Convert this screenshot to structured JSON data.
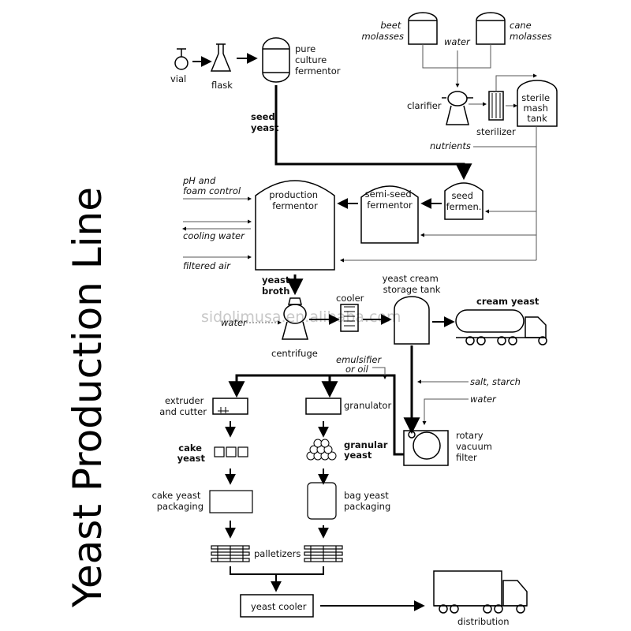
{
  "title": "Yeast Production Line",
  "watermark": "sidolimusa.en.alibaba.com",
  "labels": {
    "vial": "vial",
    "flask": "flask",
    "pure_culture_fermentor": [
      "pure",
      "culture",
      "fermentor"
    ],
    "beet_molasses": [
      "beet",
      "molasses"
    ],
    "cane_molasses": [
      "cane",
      "molasses"
    ],
    "water_top": "water",
    "clarifier": "clarifier",
    "sterilizer": "sterilizer",
    "sterile_mash_tank": [
      "sterile",
      "mash",
      "tank"
    ],
    "nutrients": "nutrients",
    "seed_yeast": [
      "seed",
      "yeast"
    ],
    "ph_foam": [
      "pH and",
      "foam control"
    ],
    "cooling_water": "cooling water",
    "filtered_air": "filtered air",
    "production_fermentor": [
      "production",
      "fermentor"
    ],
    "semi_seed_fermentor": [
      "semi-seed",
      "fermentor"
    ],
    "seed_fermen": [
      "seed",
      "fermen."
    ],
    "yeast_broth": [
      "yeast",
      "broth"
    ],
    "water_centrifuge": "water",
    "centrifuge": "centrifuge",
    "cooler": "cooler",
    "yeast_cream_storage_tank": [
      "yeast cream",
      "storage tank"
    ],
    "cream_yeast": "cream yeast",
    "emulsifier": [
      "emulsifier",
      "or oil"
    ],
    "salt_starch": "salt, starch",
    "water_filter": "water",
    "rotary_vacuum_filter": [
      "rotary",
      "vacuum",
      "filter"
    ],
    "extruder_cutter": [
      "extruder",
      "and cutter"
    ],
    "granulator": "granulator",
    "cake_yeast": [
      "cake",
      "yeast"
    ],
    "granular_yeast": [
      "granular",
      "yeast"
    ],
    "cake_yeast_packaging": [
      "cake yeast",
      "packaging"
    ],
    "bag_yeast_packaging": [
      "bag yeast",
      "packaging"
    ],
    "palletizers": "palletizers",
    "yeast_cooler": "yeast cooler",
    "distribution": "distribution"
  }
}
